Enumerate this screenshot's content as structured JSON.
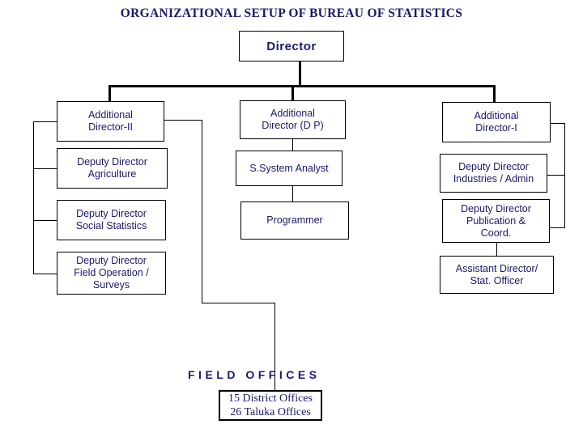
{
  "title": "ORGANIZATIONAL SETUP OF BUREAU OF STATISTICS",
  "colors": {
    "text": "#191970",
    "line": "#000000",
    "background": "#ffffff"
  },
  "root": {
    "label": "Director"
  },
  "columns": {
    "left": {
      "head": "Additional\nDirector-II",
      "items": [
        "Deputy Director\nAgriculture",
        "Deputy Director\nSocial Statistics",
        "Deputy Director\nField Operation /\nSurveys"
      ]
    },
    "middle": {
      "head": "Additional\nDirector (D P)",
      "items": [
        "S.System Analyst",
        "Programmer"
      ]
    },
    "right": {
      "head": "Additional\nDirector-I",
      "items": [
        "Deputy Director\nIndustries / Admin",
        "Deputy Director\nPublication &\nCoord.",
        "Assistant Director/\nStat. Officer"
      ]
    }
  },
  "field_offices": {
    "caption": "FIELD  OFFICES",
    "box": "15 District Offices\n26 Taluka Offices"
  }
}
